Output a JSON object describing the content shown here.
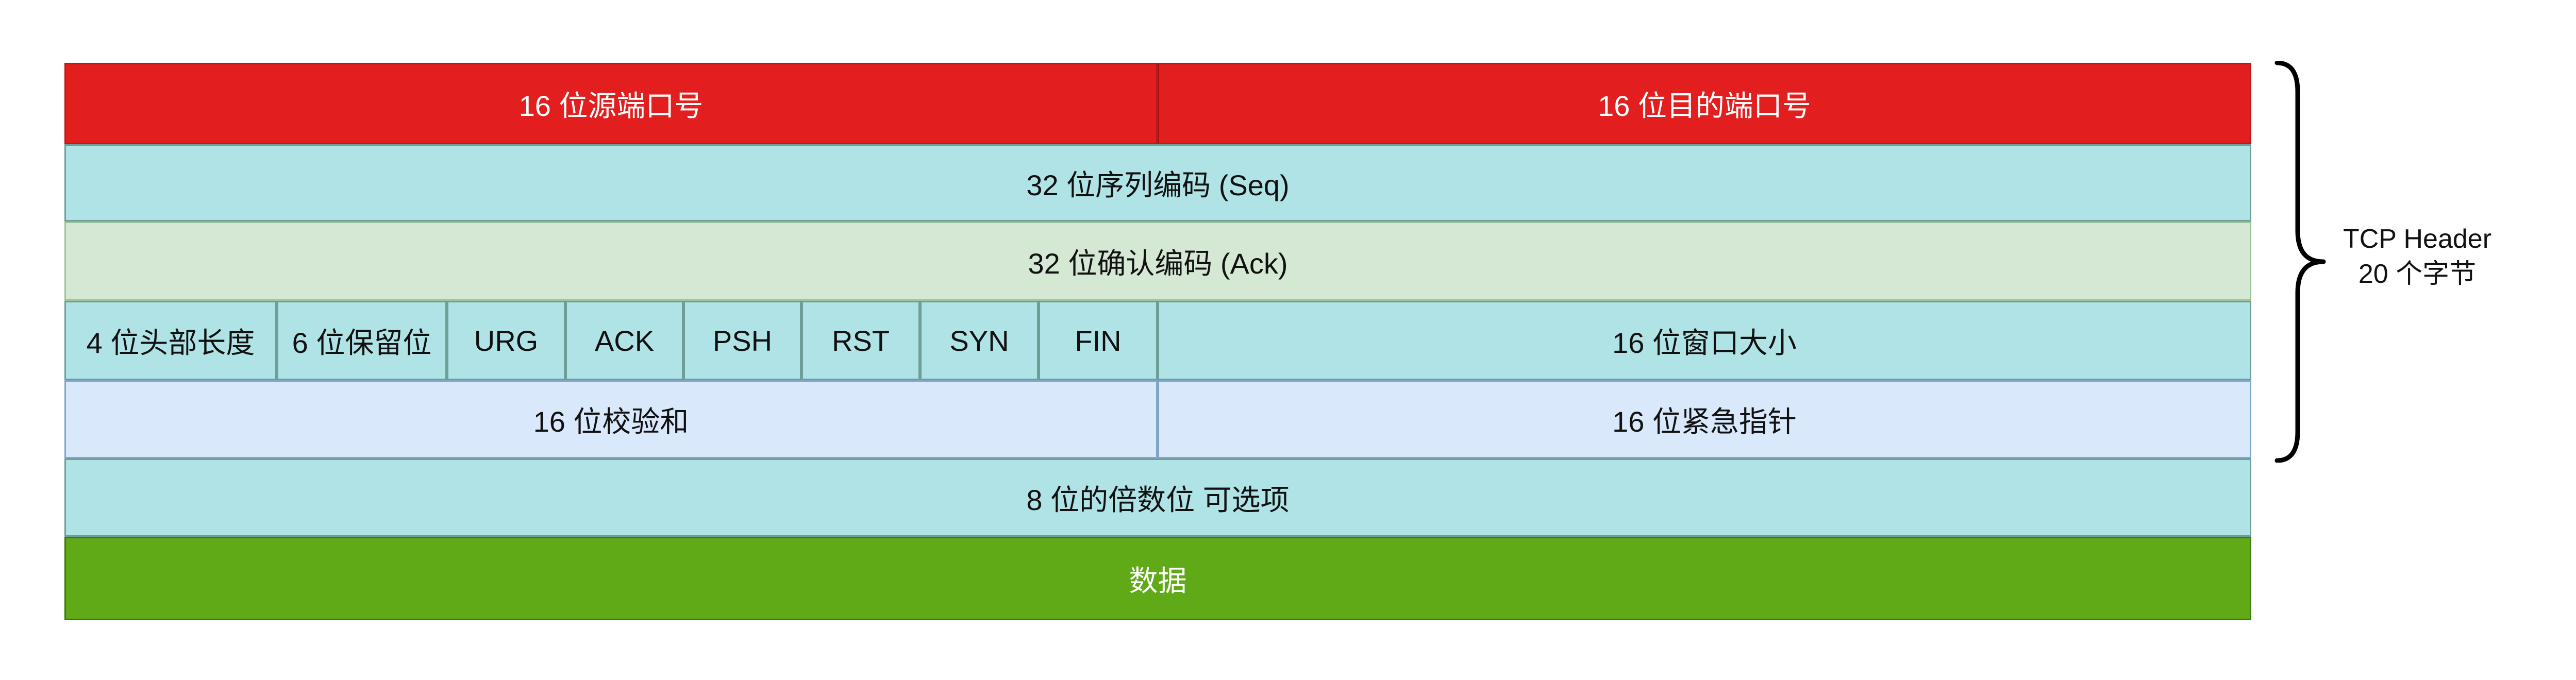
{
  "rows": [
    {
      "color": "#e21e1e",
      "text_color": "#ffffff",
      "cells": [
        {
          "label": "16 位源端口号"
        },
        {
          "label": "16 位目的端口号"
        }
      ]
    },
    {
      "color": "#b0e3e6",
      "text_color": "#111111",
      "cells": [
        {
          "label": "32 位序列编码 (Seq)"
        }
      ]
    },
    {
      "color": "#d5e8d4",
      "text_color": "#111111",
      "cells": [
        {
          "label": "32 位确认编码 (Ack)"
        }
      ]
    },
    {
      "color": "#b0e3e6",
      "text_color": "#111111",
      "cells": [
        {
          "label": "4 位头部长度"
        },
        {
          "label": "6 位保留位"
        },
        {
          "label": "URG"
        },
        {
          "label": "ACK"
        },
        {
          "label": "PSH"
        },
        {
          "label": "RST"
        },
        {
          "label": "SYN"
        },
        {
          "label": "FIN"
        },
        {
          "label": "16 位窗口大小"
        }
      ]
    },
    {
      "color": "#dae8fc",
      "text_color": "#111111",
      "cells": [
        {
          "label": "16 位校验和"
        },
        {
          "label": "16 位紧急指针"
        }
      ]
    },
    {
      "color": "#b0e3e6",
      "text_color": "#111111",
      "cells": [
        {
          "label": "8 位的倍数位 可选项"
        }
      ]
    },
    {
      "color": "#60a917",
      "text_color": "#ffffff",
      "cells": [
        {
          "label": "数据"
        }
      ]
    }
  ],
  "brace": {
    "line1": "TCP Header",
    "line2": "20 个字节",
    "color": "#000000"
  }
}
